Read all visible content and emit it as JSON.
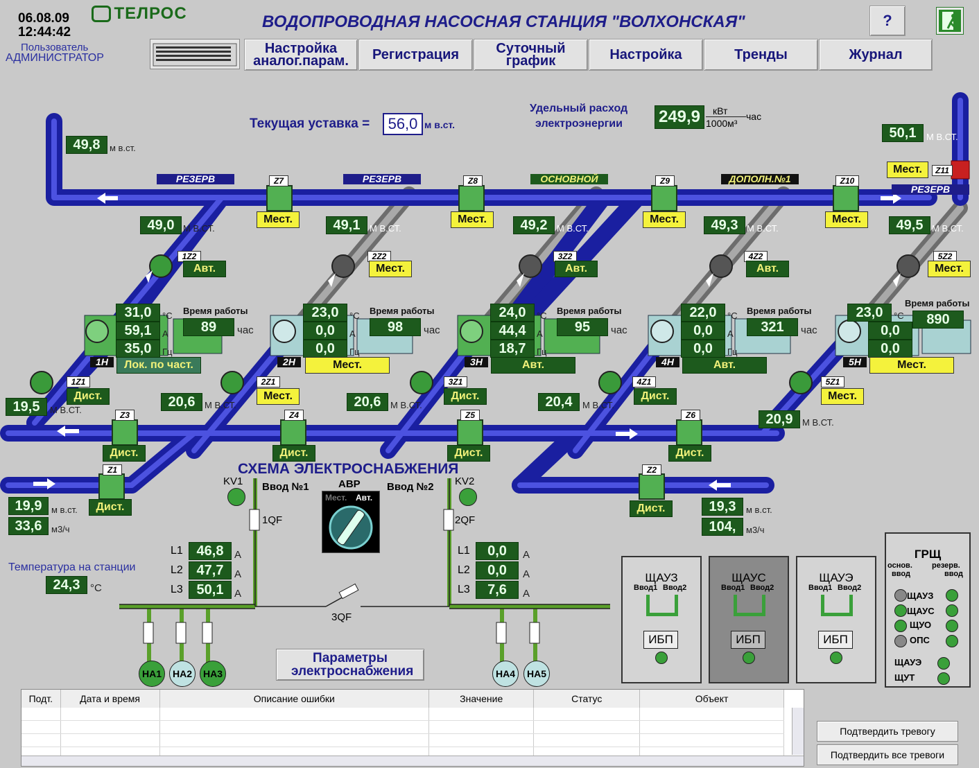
{
  "header": {
    "date": "06.08.09",
    "time": "12:44:42",
    "user_label": "Пользователь",
    "user_name": "АДМИНИСТРАТОР",
    "logo": "ТЕЛРОС",
    "title": "ВОДОПРОВОДНАЯ НАСОСНАЯ СТАНЦИЯ \"ВОЛХОНСКАЯ\"",
    "help": "?",
    "exit_icon": "exit-icon"
  },
  "nav": {
    "b1": "Настройка аналог.парам.",
    "b2": "Регистрация",
    "b3": "Суточный график",
    "b4": "Настройка",
    "b5": "Тренды",
    "b6": "Журнал"
  },
  "setpoint": {
    "label": "Текущая уставка =",
    "value": "56,0",
    "unit": "м в.ст."
  },
  "energy": {
    "label1": "Удельный расход",
    "label2": "электроэнергии",
    "value": "249,9",
    "unit_top": "кВт",
    "unit_bot": "1000м³",
    "unit_right": "час"
  },
  "pressures": {
    "p_topleft": "49,8",
    "p_topright": "50,1",
    "p1": "49,0",
    "p2": "49,1",
    "p3": "49,2",
    "p4": "49,3",
    "p5": "49,5",
    "in1": "19,5",
    "in2": "20,6",
    "in3": "20,6",
    "in4": "20,4",
    "in5": "20,9",
    "z1_p": "19,9",
    "z1_q": "33,6",
    "z2_p": "19,3",
    "z2_q": "104,"
  },
  "units": {
    "mvst": "м в.ст.",
    "mvst2": "М В.СТ.",
    "m3h": "м3/ч",
    "c": "°С",
    "a": "А",
    "hz": "Гц",
    "hr": "час"
  },
  "modes": {
    "m1": "РЕЗЕРВ",
    "m2": "РЕЗЕРВ",
    "m3": "ОСНОВНОЙ",
    "m4": "ДОПОЛН.№1",
    "m5": "РЕЗЕРВ"
  },
  "zlabels": {
    "z7": "Z7",
    "z8": "Z8",
    "z9": "Z9",
    "z10": "Z10",
    "z11": "Z11",
    "z3": "Z3",
    "z4": "Z4",
    "z5": "Z5",
    "z6": "Z6",
    "z1": "Z1",
    "z2": "Z2",
    "a1": "1Z2",
    "a2": "2Z2",
    "a3": "3Z2",
    "a4": "4Z2",
    "a5": "5Z2",
    "b1": "1Z1",
    "b2": "2Z1",
    "b3": "3Z1",
    "b4": "4Z1",
    "b5": "5Z1"
  },
  "tags": {
    "mest": "Мест.",
    "avt": "Авт.",
    "dist": "Дист.",
    "lok": "Лок. по част."
  },
  "pumps": [
    {
      "id": "1H",
      "temp": "31,0",
      "cur": "59,1",
      "freq": "35,0",
      "hours": "89",
      "mode": "Лок. по част."
    },
    {
      "id": "2H",
      "temp": "23,0",
      "cur": "0,0",
      "freq": "0,0",
      "hours": "98",
      "mode": "Мест."
    },
    {
      "id": "3H",
      "temp": "24,0",
      "cur": "44,4",
      "freq": "18,7",
      "hours": "95",
      "mode": "Авт."
    },
    {
      "id": "4H",
      "temp": "22,0",
      "cur": "0,0",
      "freq": "0,0",
      "hours": "321",
      "mode": "Авт."
    },
    {
      "id": "5H",
      "temp": "23,0",
      "cur": "0,0",
      "freq": "0,0",
      "hours": "890",
      "mode": "Мест."
    }
  ],
  "runtime_label": "Время работы",
  "power": {
    "title": "СХЕМА ЭЛЕКТРОСНАБЖЕНИЯ",
    "kv1": "KV1",
    "kv2": "KV2",
    "in1": "Ввод №1",
    "in2": "Ввод №2",
    "avr": "АВР",
    "avr_mest": "Мест.",
    "avr_avt": "Авт.",
    "qf1": "1QF",
    "qf2": "2QF",
    "qf3": "3QF",
    "l1": "L1",
    "l2": "L2",
    "l3": "L3",
    "a_l1": "46,8",
    "a_l2": "47,7",
    "a_l3": "50,1",
    "b_l1": "0,0",
    "b_l2": "0,0",
    "b_l3": "7,6",
    "params_btn": "Параметры электроснабжения",
    "na1": "НА1",
    "na2": "НА2",
    "na3": "НА3",
    "na4": "НА4",
    "na5": "НА5"
  },
  "temp_station": {
    "label": "Температура на станции",
    "value": "24,3",
    "unit": "°С"
  },
  "cabinets": {
    "c1": "ЩАУЗ",
    "c2": "ЩАУС",
    "c3": "ЩАУЭ",
    "vv1": "Ввод1",
    "vv2": "Ввод2",
    "ups": "ИБП",
    "grsh": "ГРЩ",
    "osn": "основ.",
    "vvod": "ввод",
    "rez": "резерв.",
    "g1": "ЩАУЗ",
    "g2": "ЩАУС",
    "g3": "ЩУО",
    "g4": "ОПС",
    "g5": "ЩАУЭ",
    "g6": "ЩУТ"
  },
  "alarms": {
    "headers": [
      "Подт.",
      "Дата и время",
      "Описание ошибки",
      "Значение",
      "Статус",
      "Объект"
    ],
    "confirm": "Подтвердить тревогу",
    "confirm_all": "Подтвердить все тревоги"
  },
  "colors": {
    "pipe": "#2a2fb3",
    "grey_pipe": "#8a8a8a",
    "green_val": "#1d5a1d",
    "tag_yellow": "#f4f23c"
  }
}
